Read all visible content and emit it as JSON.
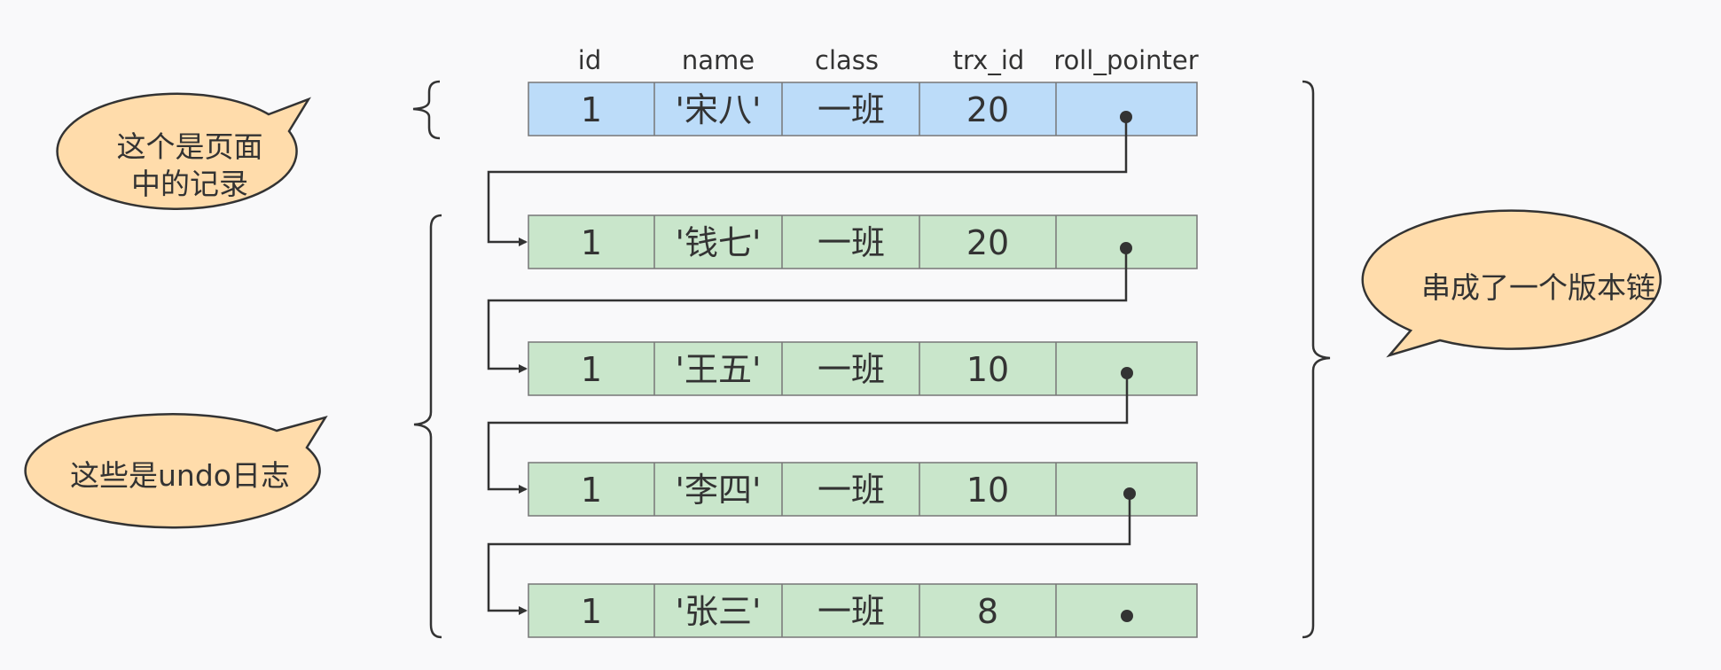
{
  "columns": [
    "id",
    "name",
    "class",
    "trx_id",
    "roll_pointer"
  ],
  "page_record": {
    "id": "1",
    "name": "'宋八'",
    "class": "一班",
    "trx_id": "20"
  },
  "undo_records": [
    {
      "id": "1",
      "name": "'钱七'",
      "class": "一班",
      "trx_id": "20"
    },
    {
      "id": "1",
      "name": "'王五'",
      "class": "一班",
      "trx_id": "10"
    },
    {
      "id": "1",
      "name": "'李四'",
      "class": "一班",
      "trx_id": "10"
    },
    {
      "id": "1",
      "name": "'张三'",
      "class": "一班",
      "trx_id": "8"
    }
  ],
  "callouts": {
    "page_record_line1": "这个是页面",
    "page_record_line2": "中的记录",
    "undo_logs": "这些是undo日志",
    "version_chain": "串成了一个版本链"
  },
  "colors": {
    "page_record_fill": "#bcdcf9",
    "undo_record_fill": "#c9e6cb",
    "bubble_fill": "#ffdcab",
    "line": "#333333"
  }
}
